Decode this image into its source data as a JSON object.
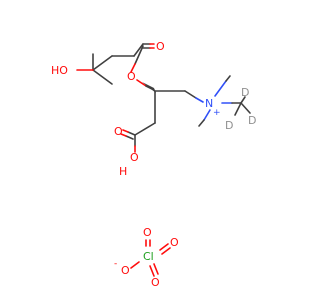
{
  "atoms": {
    "ho_left": "HO",
    "o_carbonyl_ester": "O",
    "o_ester": "O",
    "o_acid_carbonyl": "O",
    "oh_acid_o": "O",
    "oh_acid_h": "H",
    "n_ammonium": "N",
    "n_charge": "+",
    "d1": "D",
    "d2": "D",
    "d3": "D",
    "cl": "Cl",
    "o_perchlorate_top": "O",
    "o_perchlorate_right": "O",
    "o_perchlorate_bottom": "O",
    "o_perchlorate_left": "O",
    "o_perchlorate_charge": "-"
  },
  "colors": {
    "carbon_bond": "#404040",
    "oxygen": "#ff0d0d",
    "nitrogen": "#3050f8",
    "chlorine": "#1fa01f",
    "deuterium": "#909090"
  }
}
